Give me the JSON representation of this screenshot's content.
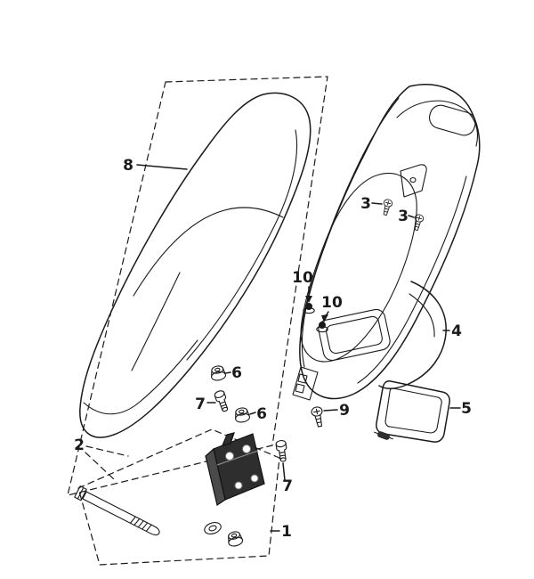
{
  "figure": {
    "background_color": "#ffffff",
    "line_color": "#1a1a1a",
    "dark_part_color": "#2e2e2e"
  },
  "callouts": [
    {
      "label": "8"
    },
    {
      "label": "3"
    },
    {
      "label": "3"
    },
    {
      "label": "10"
    },
    {
      "label": "10"
    },
    {
      "label": "4"
    },
    {
      "label": "6"
    },
    {
      "label": "7"
    },
    {
      "label": "6"
    },
    {
      "label": "9"
    },
    {
      "label": "5"
    },
    {
      "label": "2"
    },
    {
      "label": "7"
    },
    {
      "label": "1"
    }
  ]
}
